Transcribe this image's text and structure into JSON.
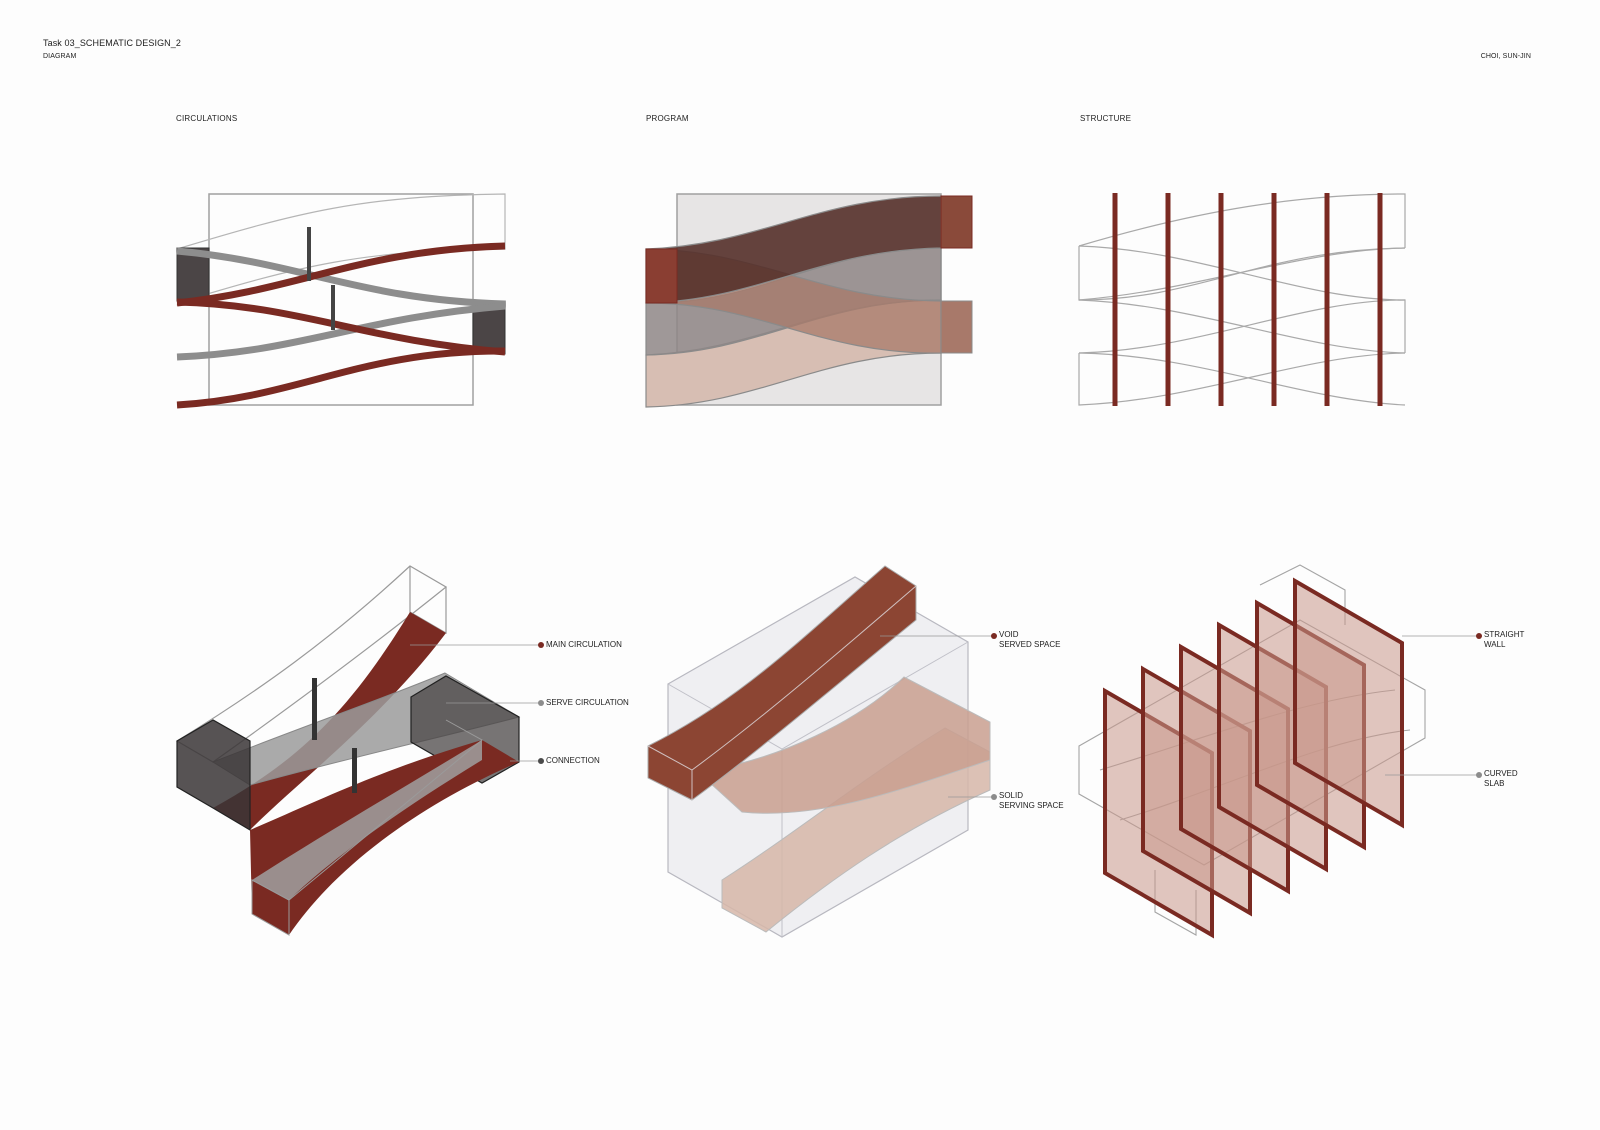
{
  "header": {
    "task": "Task 03_SCHEMATIC DESIGN_2",
    "subtitle": "DIAGRAM",
    "author": "CHOI, SUN-JIN"
  },
  "panels": {
    "circulations": "CIRCULATIONS",
    "program": "PROGRAM",
    "structure": "STRUCTURE"
  },
  "labels": {
    "main_circulation": "MAIN CIRCULATION",
    "serve_circulation": "SERVE CIRCULATION",
    "connection": "CONNECTION",
    "void": "VOID\nSERVED SPACE",
    "solid": "SOLID\nSERVING SPACE",
    "straight_wall": "STRAIGHT\nWALL",
    "curved_slab": "CURVED\nSLAB"
  },
  "colors": {
    "brand_red": "#7a2a22",
    "dark_brown": "#55302a",
    "light_brown": "#a8796a",
    "pale_pink": "#d9c3b8",
    "grey": "#8a8a8a",
    "dark_grey": "#3e3e3e",
    "leader_dot_grey": "#8c8c8c"
  }
}
